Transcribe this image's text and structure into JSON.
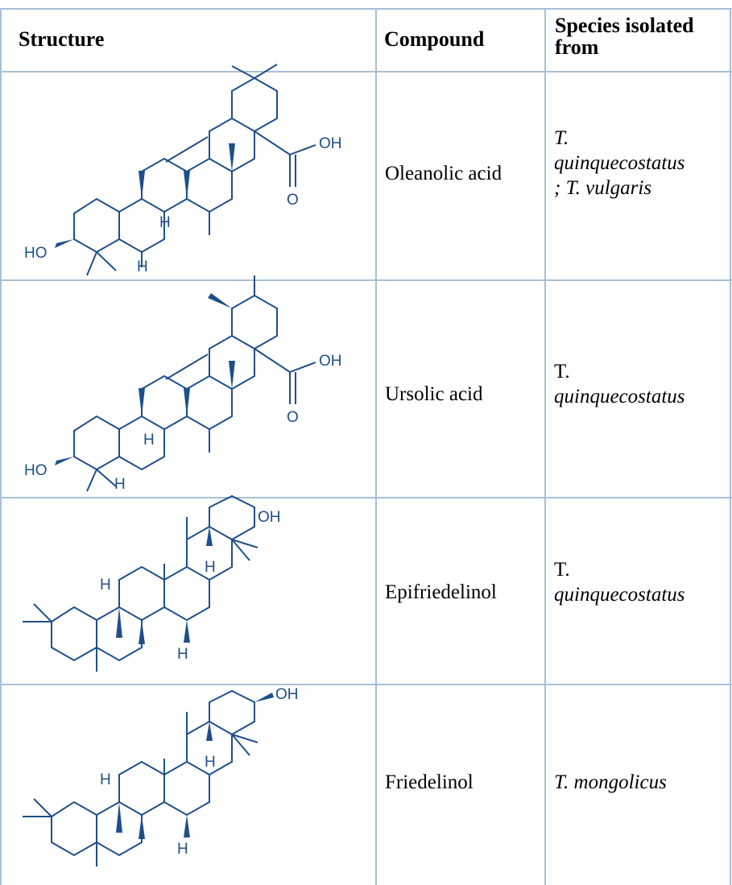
{
  "table": {
    "cropped_caption": "...",
    "headers": {
      "structure": "Structure",
      "compound": "Compound",
      "species_line1": "Species isolated",
      "species_line2": "from"
    },
    "rows": [
      {
        "compound": "Oleanolic acid",
        "species_lines": [
          "T.",
          "quinquecostatus",
          "; T. vulgaris"
        ],
        "species_italic": [
          true,
          true,
          true
        ],
        "atom_labels": {
          "hydroxyl": "HO",
          "hydrogen_a": "H",
          "hydrogen_b": "H",
          "acid_oh": "OH",
          "carbonyl_o": "O"
        }
      },
      {
        "compound": "Ursolic acid",
        "species_lines": [
          "T.",
          "quinquecostatus"
        ],
        "species_italic": [
          false,
          true
        ],
        "atom_labels": {
          "hydroxyl": "HO",
          "hydrogen_a": "H",
          "hydrogen_b": "H",
          "acid_oh": "OH",
          "carbonyl_o": "O"
        }
      },
      {
        "compound": "Epifriedelinol",
        "species_lines": [
          "T.",
          "quinquecostatus"
        ],
        "species_italic": [
          false,
          true
        ],
        "atom_labels": {
          "hydroxyl": "OH",
          "hydrogen_a": "H",
          "hydrogen_b": "H",
          "hydrogen_c": "H"
        }
      },
      {
        "compound": "Friedelinol",
        "species_lines": [
          "T. mongolicus"
        ],
        "species_italic": [
          true
        ],
        "atom_labels": {
          "hydroxyl": "OH",
          "hydrogen_a": "H",
          "hydrogen_b": "H",
          "hydrogen_c": "H"
        }
      }
    ]
  },
  "colors": {
    "grid": "#a9bfd6",
    "structure_ink": "#1f4f8a"
  }
}
